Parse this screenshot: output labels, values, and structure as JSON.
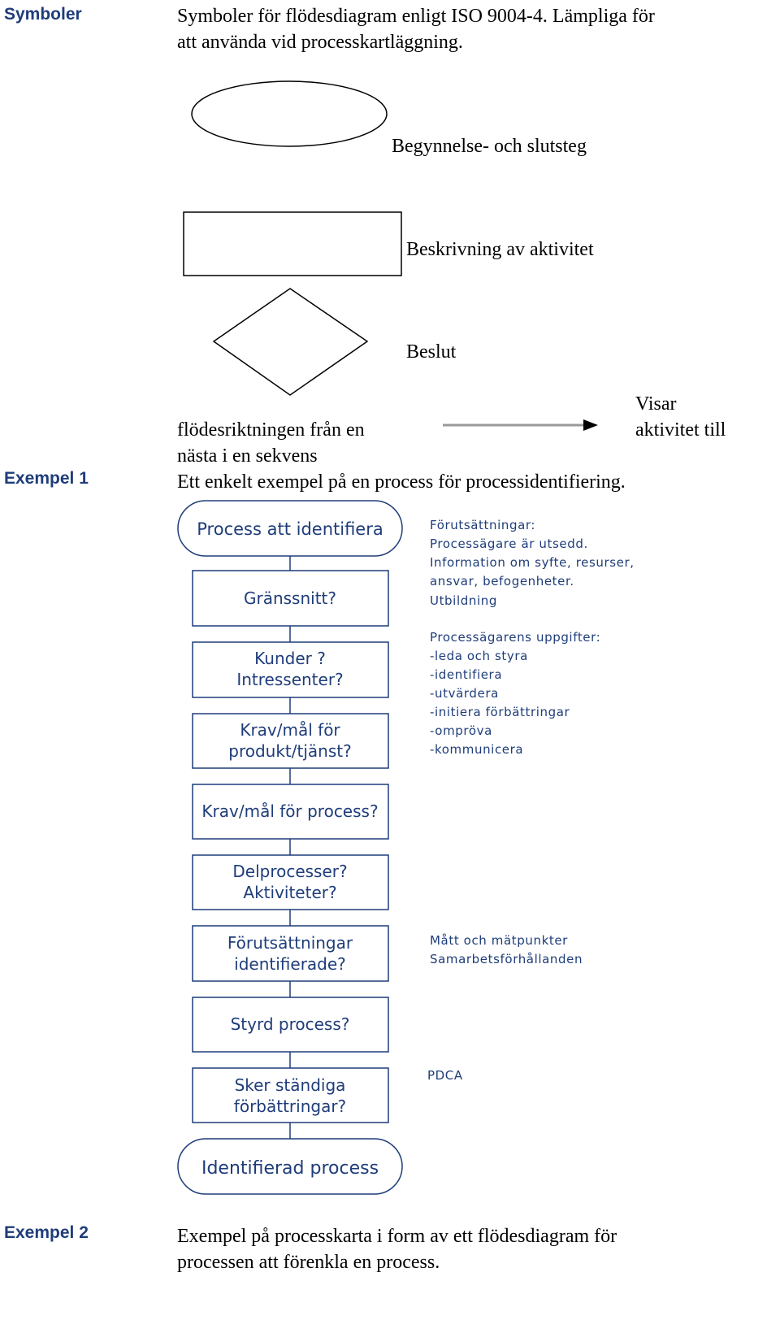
{
  "sections": {
    "symbols_label": "Symboler",
    "example1_label": "Exempel 1",
    "example2_label": "Exempel 2"
  },
  "intro": {
    "line1": "Symboler för flödesdiagram enligt ISO 9004-4. Lämpliga för",
    "line2": "att använda vid processkartläggning."
  },
  "symbols": {
    "terminal": "Begynnelse- och slutsteg",
    "activity": "Beskrivning av aktivitet",
    "decision": "Beslut",
    "arrow_visar": "Visar",
    "arrow_aktivitet": "aktivitet till",
    "arrow_line1": "flödesriktningen från en",
    "arrow_line2": "nästa i en sekvens"
  },
  "example1": {
    "caption": "Ett enkelt exempel på en process för processidentifiering.",
    "start": "Process att identifiera",
    "steps": [
      [
        "Gränssnitt?"
      ],
      [
        "Kunder ?",
        "Intressenter?"
      ],
      [
        "Krav/mål för",
        "produkt/tjänst?"
      ],
      [
        "Krav/mål för process?"
      ],
      [
        "Delprocesser?",
        "Aktiviteter?"
      ],
      [
        "Förutsättningar",
        "identifierade?"
      ],
      [
        "Styrd process?"
      ],
      [
        "Sker ständiga",
        "förbättringar?"
      ]
    ],
    "end": "Identifierad process",
    "notes1": [
      "Förutsättningar:",
      "Processägare är utsedd.",
      "Information om syfte, resurser,",
      "ansvar, befogenheter.",
      "Utbildning"
    ],
    "notes2": [
      "Processägarens uppgifter:",
      "-leda och styra",
      "-identifiera",
      "-utvärdera",
      "-initiera förbättringar",
      "-ompröva",
      "-kommunicera"
    ],
    "notes3": [
      "Mått och mätpunkter",
      "Samarbetsförhållanden"
    ],
    "notes4": [
      "PDCA"
    ]
  },
  "example2": {
    "line1": "Exempel på processkarta i form av ett flödesdiagram för",
    "line2": "processen att förenkla en process."
  },
  "colors": {
    "label": "#1f3d7a",
    "flow": "#1f3d7a",
    "arrow": "#999999"
  }
}
